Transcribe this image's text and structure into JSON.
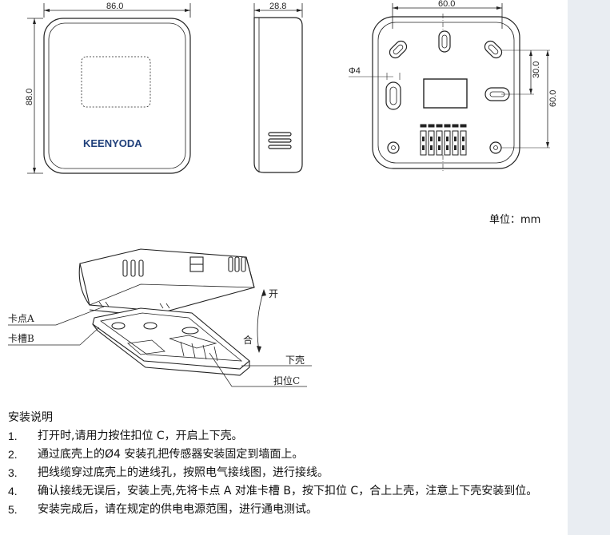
{
  "dimensions": {
    "front_width": "86.0",
    "front_height": "88.0",
    "side_depth": "28.8",
    "back_width": "60.0",
    "back_height": "60.0",
    "back_slot_spacing": "30.0",
    "hole_diameter": "Φ4"
  },
  "brand": "KEENYODA",
  "unit_label": "单位：mm",
  "assembly_labels": {
    "clip_a": "卡点A",
    "slot_b": "卡槽B",
    "open": "开",
    "close": "合",
    "lower_shell": "下壳",
    "latch_c": "扣位C"
  },
  "instructions": {
    "title": "安装说明",
    "steps": [
      {
        "num": "1.",
        "text": "打开时,请用力按住扣位 C，开启上下壳。"
      },
      {
        "num": "2.",
        "text": "通过底壳上的Ø4 安装孔把传感器安装固定到墙面上。"
      },
      {
        "num": "3.",
        "text": "把线缆穿过底壳上的进线孔，按照电气接线图，进行接线。"
      },
      {
        "num": "4.",
        "text": "确认接线无误后，安装上壳,先将卡点 A 对准卡槽 B，按下扣位 C，合上上壳，注意上下壳安装到位。"
      },
      {
        "num": "5.",
        "text": "安装完成后，请在规定的供电电源范围，进行通电测试。"
      }
    ]
  }
}
